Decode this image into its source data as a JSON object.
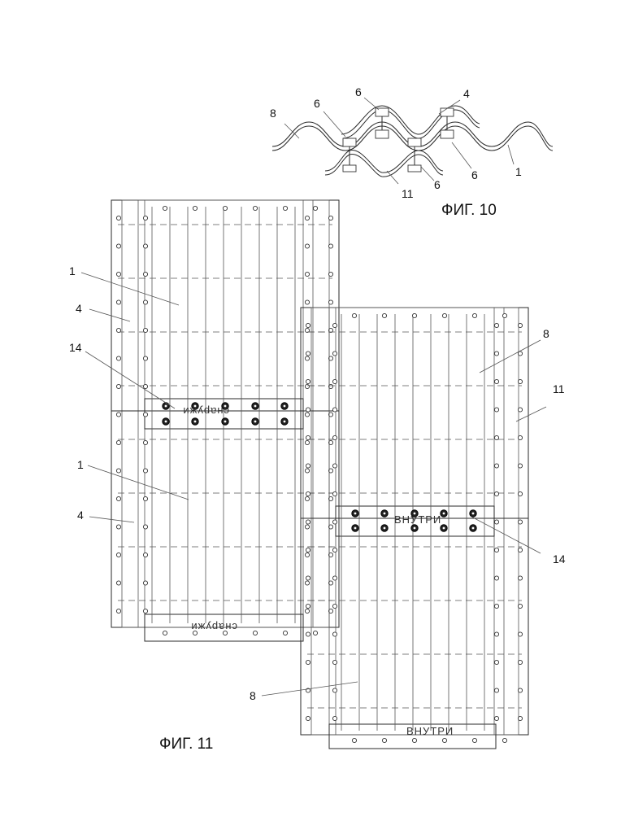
{
  "figure10": {
    "caption": "ФИГ. 10",
    "labels": {
      "l8": "8",
      "l6a": "6",
      "l6b": "6",
      "l4": "4",
      "l1": "1",
      "l11": "11",
      "l6c": "6",
      "l6d": "6"
    }
  },
  "figure11": {
    "caption": "ФИГ. 11",
    "stamps": {
      "outside_top": "снаружи",
      "outside_bottom": "снаружи",
      "inside_center": "ВНУТРИ",
      "inside_bottom": "ВНУТРИ"
    },
    "labels": {
      "l1_top": "1",
      "l4_top": "4",
      "l14_left": "14",
      "l1_mid": "1",
      "l4_mid": "4",
      "l8_right": "8",
      "l11_right": "11",
      "l14_right": "14",
      "l8_bottom": "8"
    }
  }
}
